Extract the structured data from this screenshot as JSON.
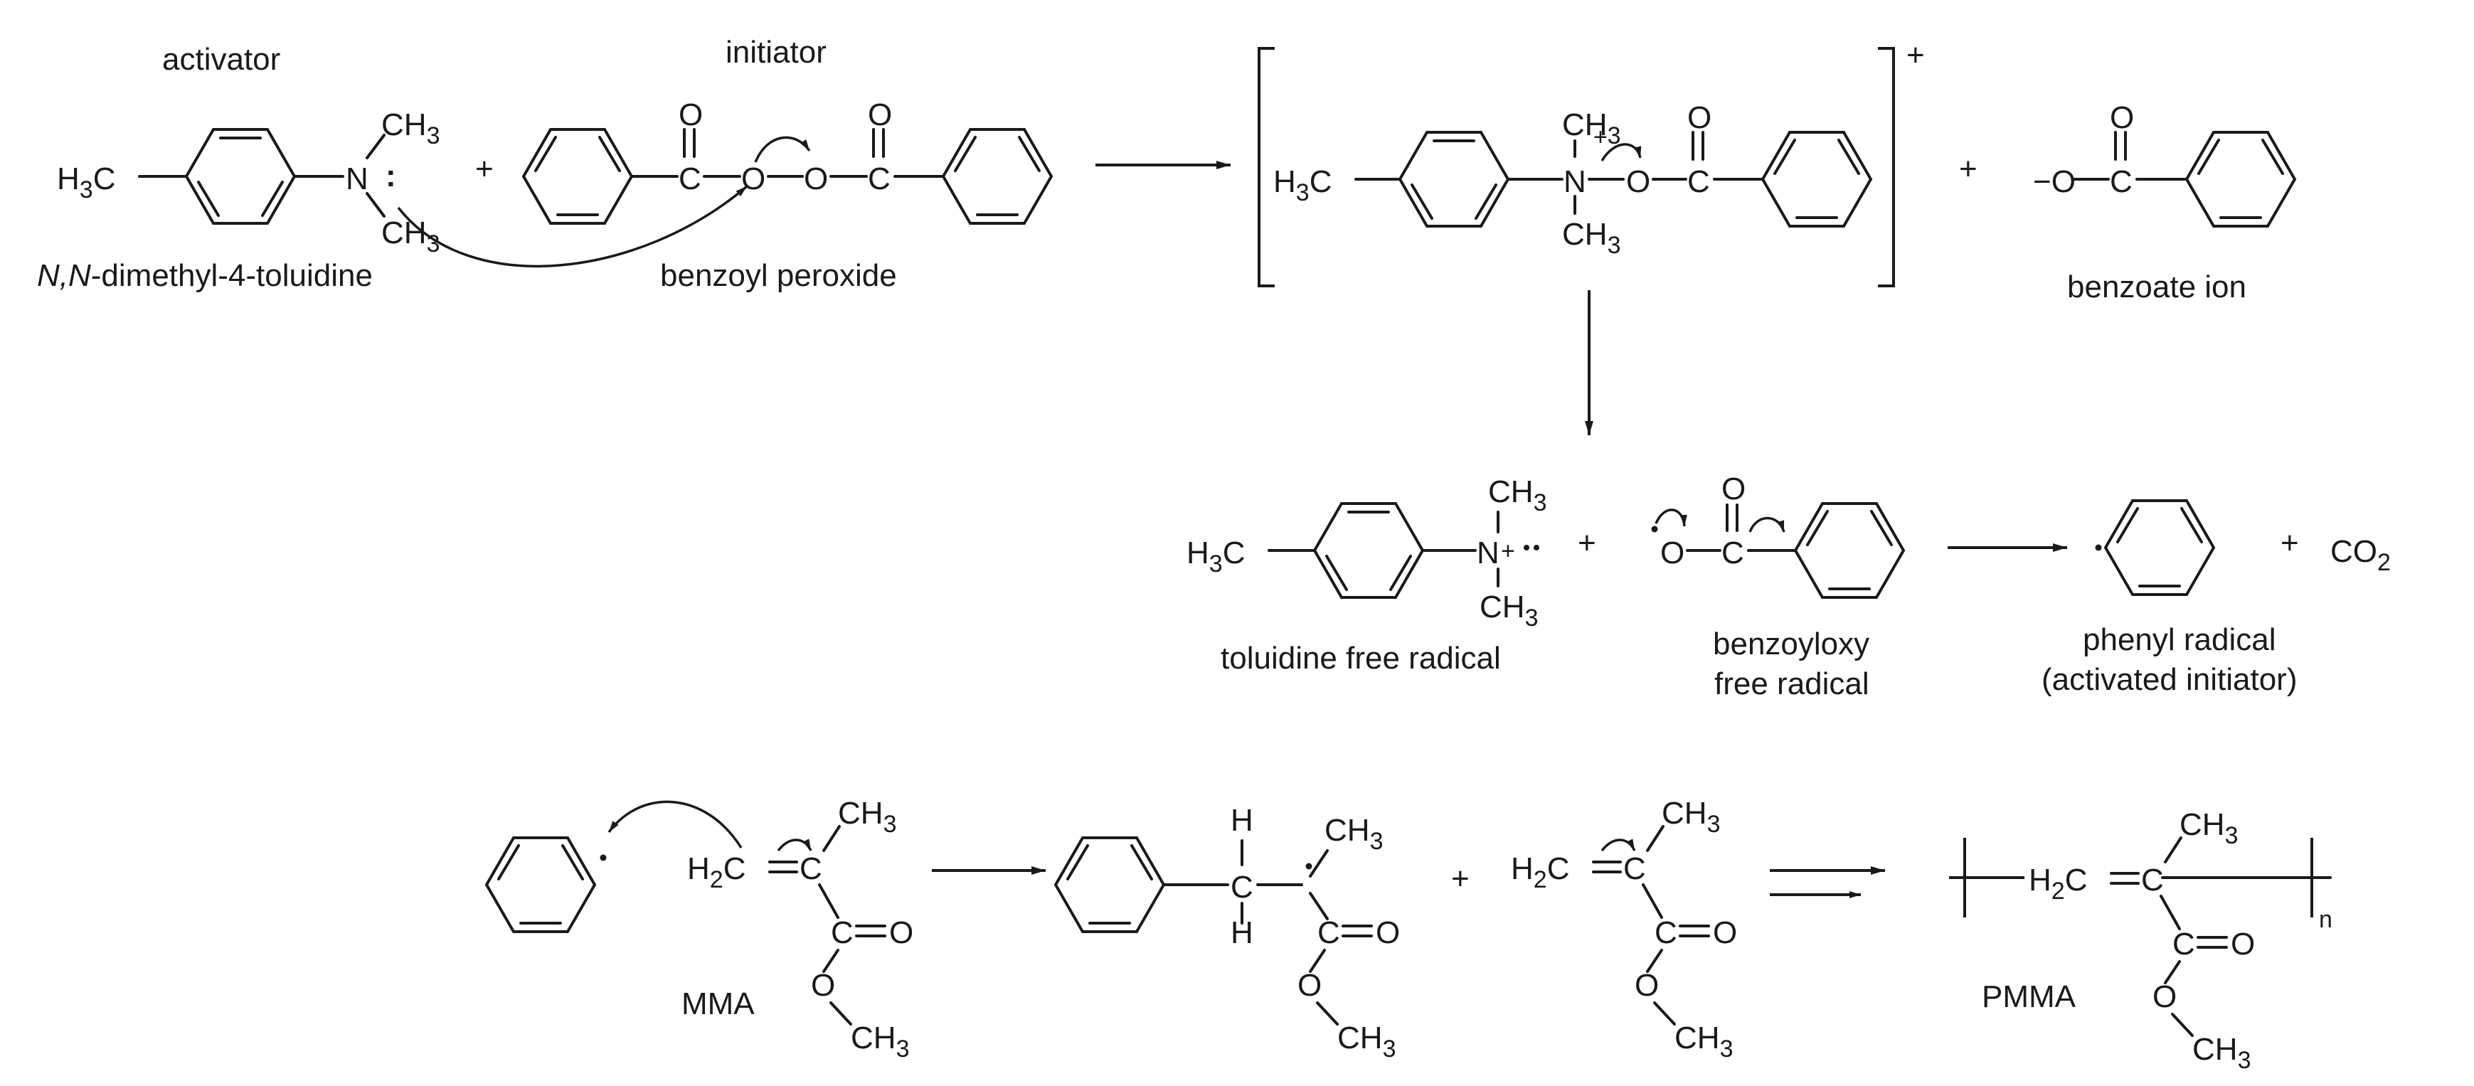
{
  "labels": {
    "activator": "activator",
    "initiator": "initiator",
    "dmt_prefix": "N,N",
    "dmt_rest": "-dimethyl-4-toluidine",
    "bpo": "benzoyl peroxide",
    "benzoate": "benzoate ion",
    "toluidine_radical": "toluidine free radical",
    "benzoyloxy_1": "benzoyloxy",
    "benzoyloxy_2": "free radical",
    "phenyl_1": "phenyl radical",
    "phenyl_2": "(activated initiator)",
    "mma": "MMA",
    "pmma": "PMMA"
  },
  "atoms": {
    "h3c": "H",
    "h3c_sub": "3",
    "c": "C",
    "n": "N",
    "o": "O",
    "h": "H",
    "ch3_c": "CH",
    "ch3_sub": "3",
    "h2c": "H",
    "h2c_sub": "2",
    "co2": "CO",
    "co2_sub": "2",
    "plus": "+",
    "minus": "−",
    "n_sub": "n",
    "colon": ":"
  },
  "colors": {
    "ink": "#1a1a1a",
    "background": "#ffffff"
  }
}
